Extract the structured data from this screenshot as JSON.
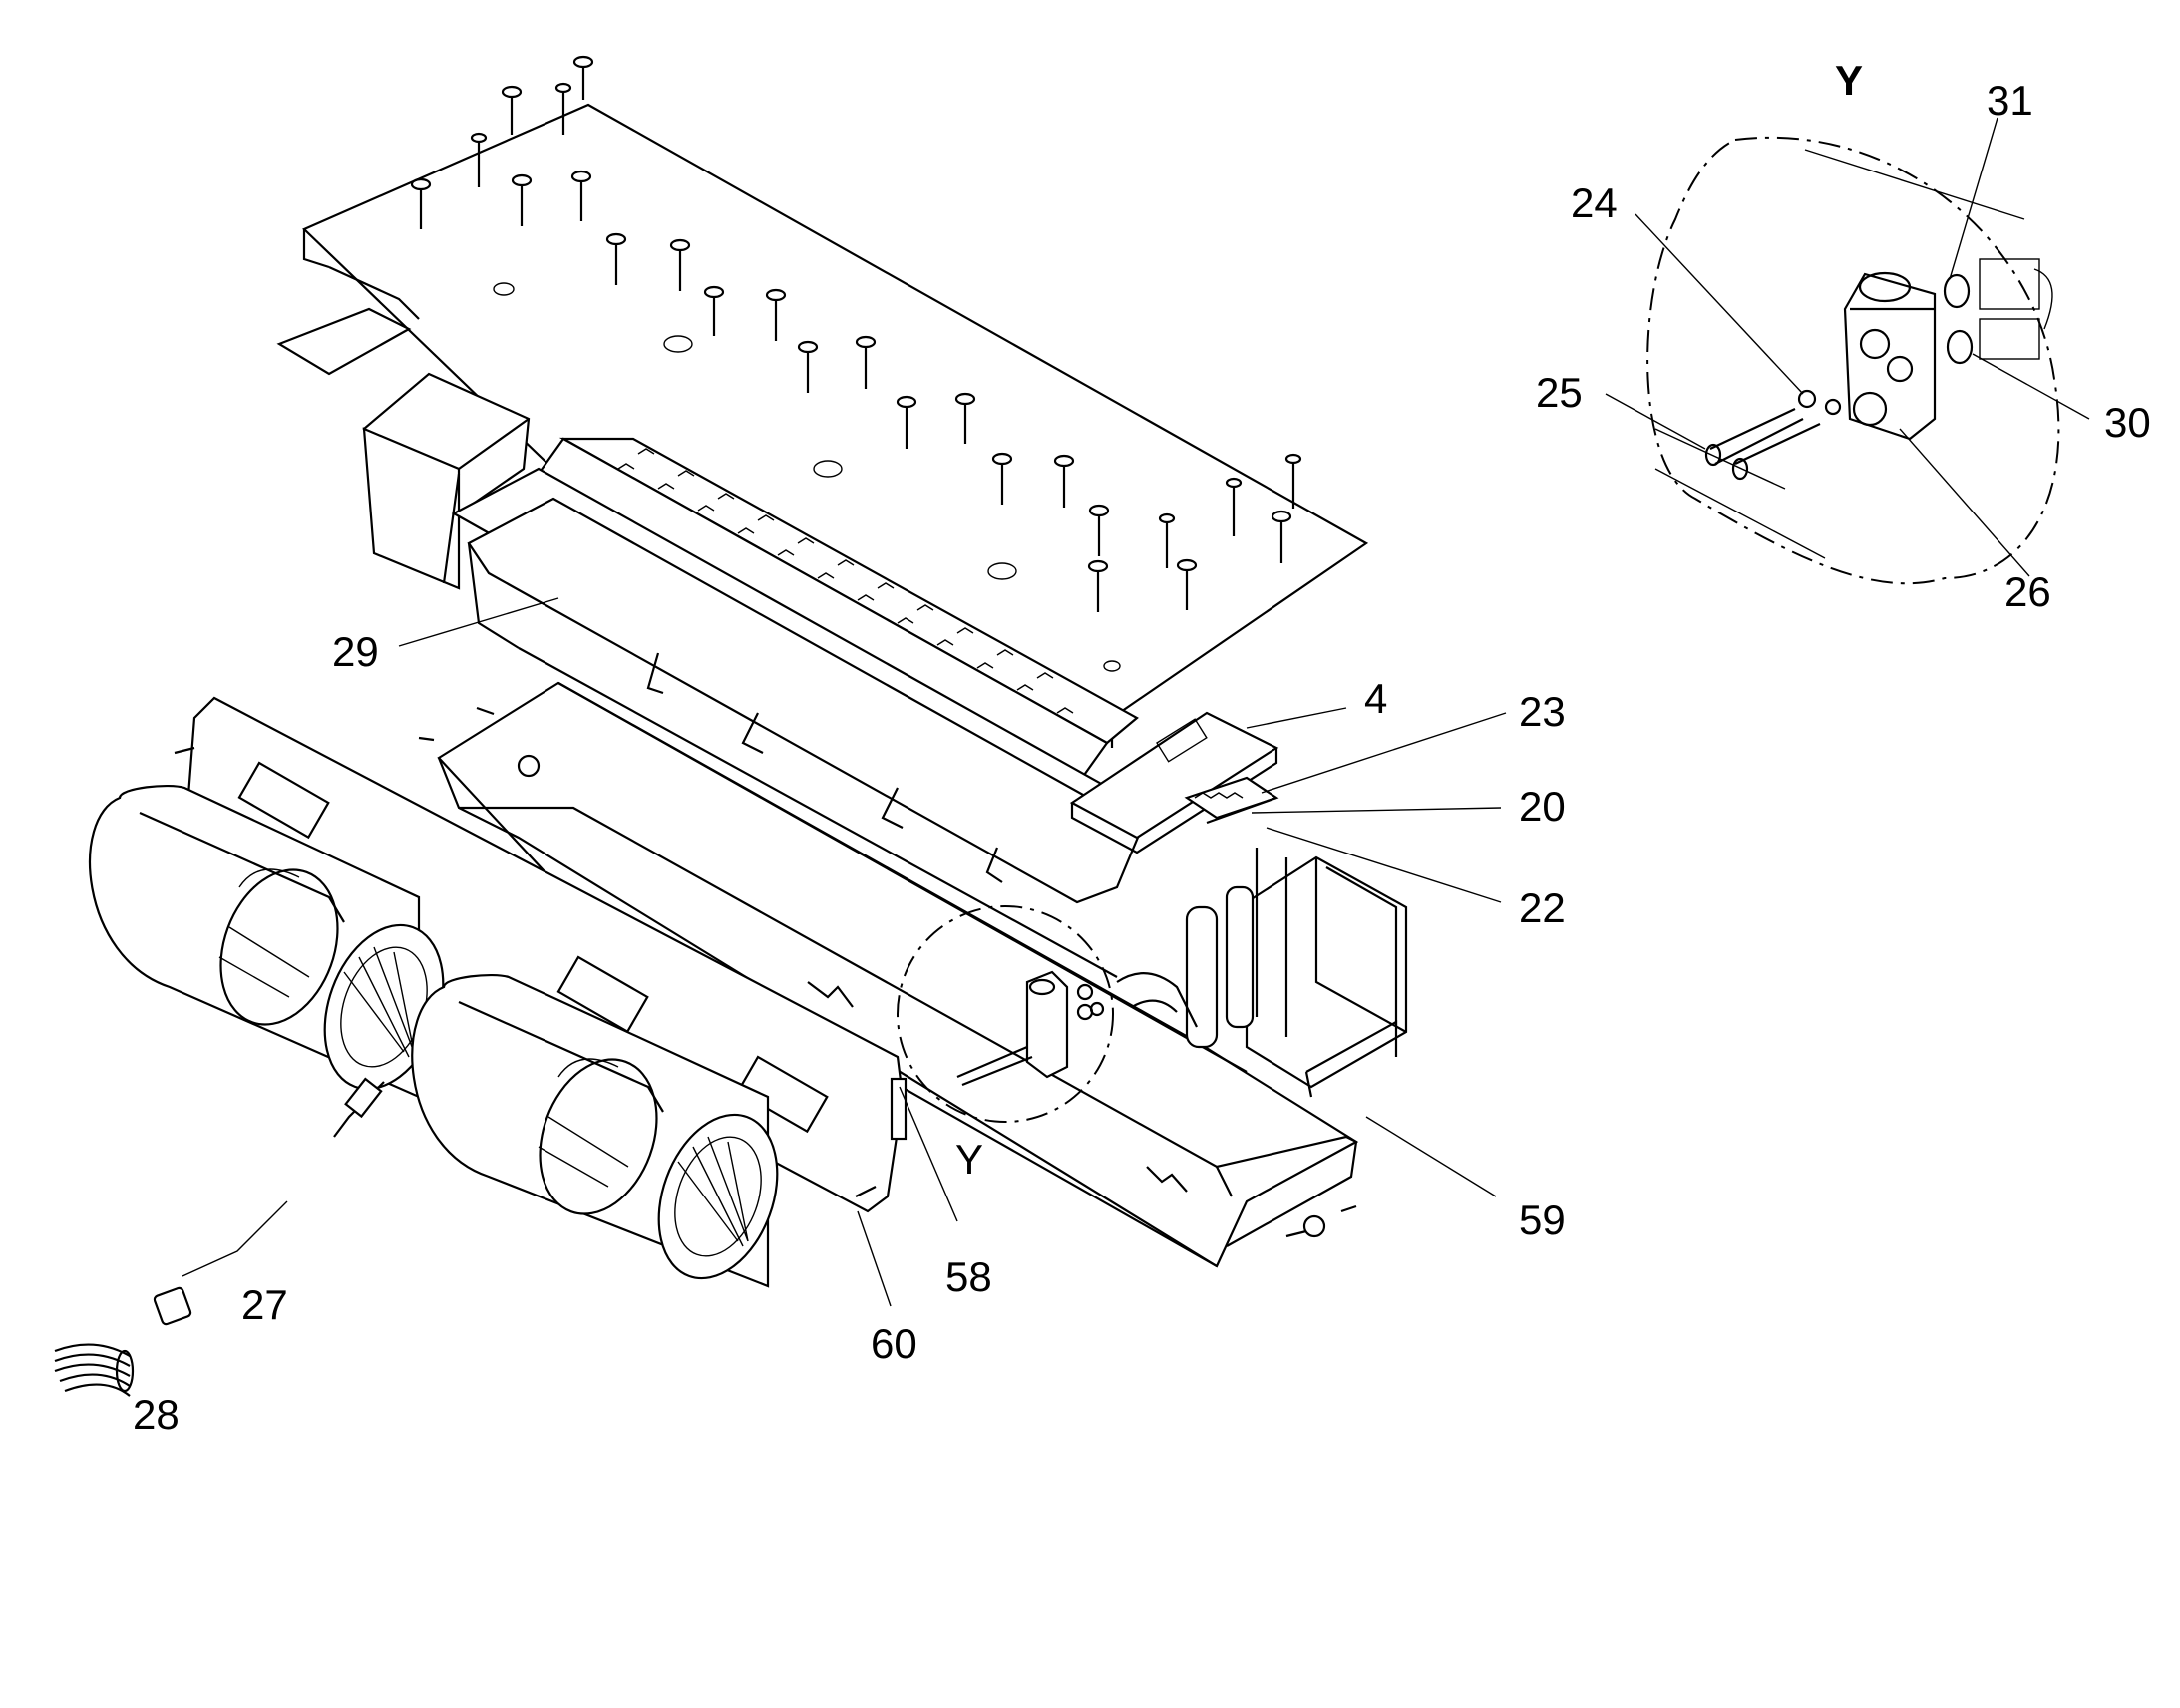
{
  "figure": {
    "detail_view_label": "Y",
    "detail_ref_label": "Y",
    "callouts": {
      "p4": "4",
      "p20": "20",
      "p22": "22",
      "p23": "23",
      "p24": "24",
      "p25": "25",
      "p26": "26",
      "p27": "27",
      "p28": "28",
      "p29": "29",
      "p30": "30",
      "p31": "31",
      "p58": "58",
      "p59": "59",
      "p60": "60"
    }
  }
}
